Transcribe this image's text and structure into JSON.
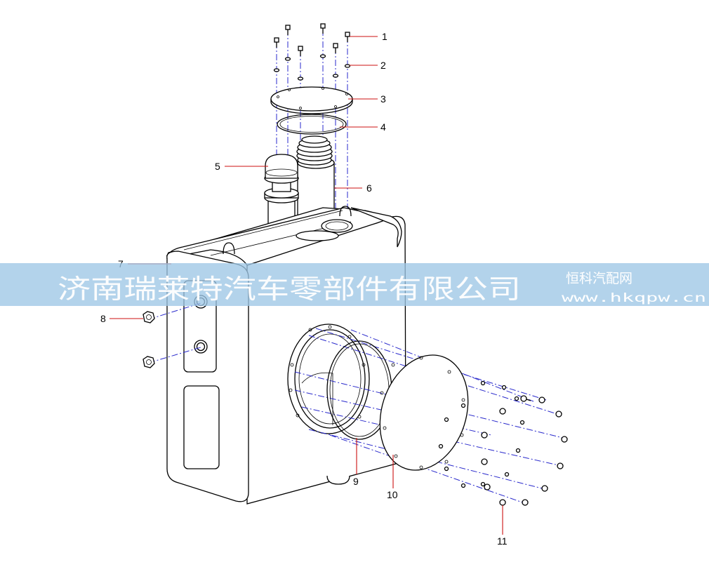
{
  "callouts": [
    "1",
    "2",
    "3",
    "4",
    "5",
    "6",
    "7",
    "8",
    "9",
    "10",
    "11"
  ],
  "watermark": {
    "company": "济南瑞莱特汽车零部件有限公司",
    "site_name": "恒科汽配网",
    "site_url": "www.hkqpw.cn"
  },
  "colors": {
    "line": "#000000",
    "leader": "#cc1111",
    "centerline": "#2a2acc",
    "band": "#9ec6e6"
  }
}
